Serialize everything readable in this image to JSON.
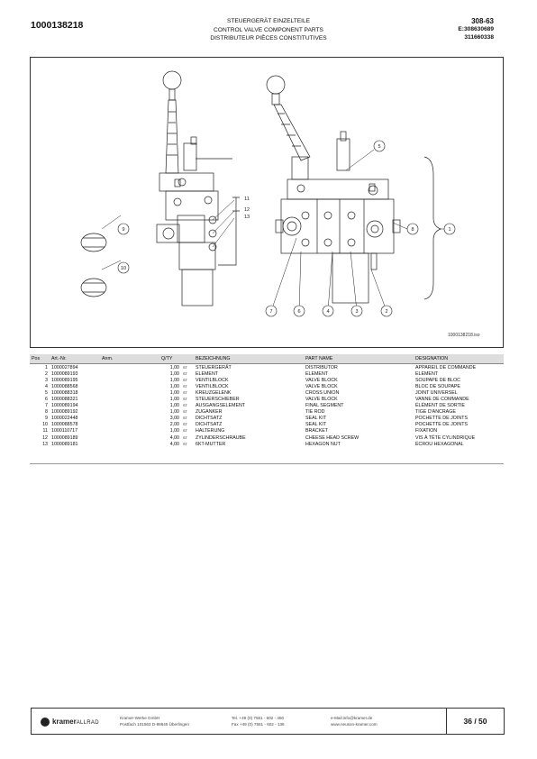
{
  "header": {
    "doc_number": "1000138218",
    "title_de": "STEUERGERÄT EINZELTEILE",
    "title_en": "CONTROL VALVE COMPONENT PARTS",
    "title_fr": "DISTRIBUTEUR PIÈCES CONSTITUTIVES",
    "ref_group": "308-63",
    "ref_e": "E:308630689",
    "ref_num": "311660338"
  },
  "drawing": {
    "image_ref": "1000138218.iso",
    "callouts": [
      "1",
      "2",
      "3",
      "4",
      "5",
      "6",
      "7",
      "8",
      "9",
      "10",
      "11",
      "12",
      "13"
    ]
  },
  "table": {
    "headers": {
      "pos": "Pos",
      "art": "Art.-Nr.",
      "anm": "Anm.",
      "qty": "Q/TY",
      "bez": "BEZEICHNUNG",
      "part": "PART NAME",
      "des": "DESIGNATION"
    },
    "rows": [
      {
        "pos": "1",
        "art": "1000027894",
        "qty": "1,00",
        "unit": "ST",
        "bez": "STEUERGERÄT",
        "part": "DISTRIBUTOR",
        "des": "APPAREIL DE COMMANDE"
      },
      {
        "pos": "2",
        "art": "1000089193",
        "qty": "1,00",
        "unit": "ST",
        "bez": "ELEMENT",
        "part": "ELEMENT",
        "des": "ELEMENT"
      },
      {
        "pos": "3",
        "art": "1000089195",
        "qty": "1,00",
        "unit": "ST",
        "bez": "VENTILBLOCK",
        "part": "VALVE BLOCK",
        "des": "SOUPAPE DE BLOC"
      },
      {
        "pos": "4",
        "art": "1000088568",
        "qty": "1,00",
        "unit": "ST",
        "bez": "VENTILBLOCK",
        "part": "VALVE BLOCK",
        "des": "BLOC DE SOUPAPE"
      },
      {
        "pos": "5",
        "art": "1000088318",
        "qty": "1,00",
        "unit": "ST",
        "bez": "KREUZGELENK",
        "part": "CROSS UNION",
        "des": "JOINT UNIVERSEL"
      },
      {
        "pos": "6",
        "art": "1000088321",
        "qty": "1,00",
        "unit": "ST",
        "bez": "STEUERSCHIEBER",
        "part": "VALVE BLOCK",
        "des": "VANNE DE COMMANDE"
      },
      {
        "pos": "7",
        "art": "1000089194",
        "qty": "1,00",
        "unit": "ST",
        "bez": "AUSGANGSELEMENT",
        "part": "FINAL SEGMENT",
        "des": "ÉLÉMENT DE SORTIE"
      },
      {
        "pos": "8",
        "art": "1000089192",
        "qty": "1,00",
        "unit": "ST",
        "bez": "ZUGANKER",
        "part": "TIE ROD",
        "des": "TIGE D'ANCRAGE"
      },
      {
        "pos": "9",
        "art": "1000022448",
        "qty": "3,00",
        "unit": "ST",
        "bez": "DICHTSATZ",
        "part": "SEAL KIT",
        "des": "POCHETTE DE JOINTS"
      },
      {
        "pos": "10",
        "art": "1000088578",
        "qty": "2,00",
        "unit": "ST",
        "bez": "DICHTSATZ",
        "part": "SEAL KIT",
        "des": "POCHETTE DE JOINTS"
      },
      {
        "pos": "11",
        "art": "1000110717",
        "qty": "1,00",
        "unit": "ST",
        "bez": "HALTERUNG",
        "part": "BRACKET",
        "des": "FIXATION"
      },
      {
        "pos": "12",
        "art": "1000089189",
        "qty": "4,00",
        "unit": "ST",
        "bez": "ZYLINDERSCHRAUBE",
        "part": "CHEESE HEAD SCREW",
        "des": "VIS À TÊTE CYLINDRIQUE"
      },
      {
        "pos": "13",
        "art": "1000089181",
        "qty": "4,00",
        "unit": "ST",
        "bez": "6KT-MUTTER",
        "part": "HEXAGON NUT",
        "des": "ÉCROU HEXAGONAL"
      }
    ]
  },
  "footer": {
    "brand": "kramer",
    "brand_suffix": "ALLRAD",
    "company_line1": "Kramer-Werke GmbH",
    "company_line2": "Postfach 101563 D-88645 Überlingen",
    "tel": "Tel. +49 (0) 7551 - 602 - 450",
    "fax": "Fax +49 (0) 7551 - 602 - 136",
    "email": "e-Mail:info@kramer.de",
    "web": "www.neuson-kramer.com",
    "page": "36 / 50"
  }
}
